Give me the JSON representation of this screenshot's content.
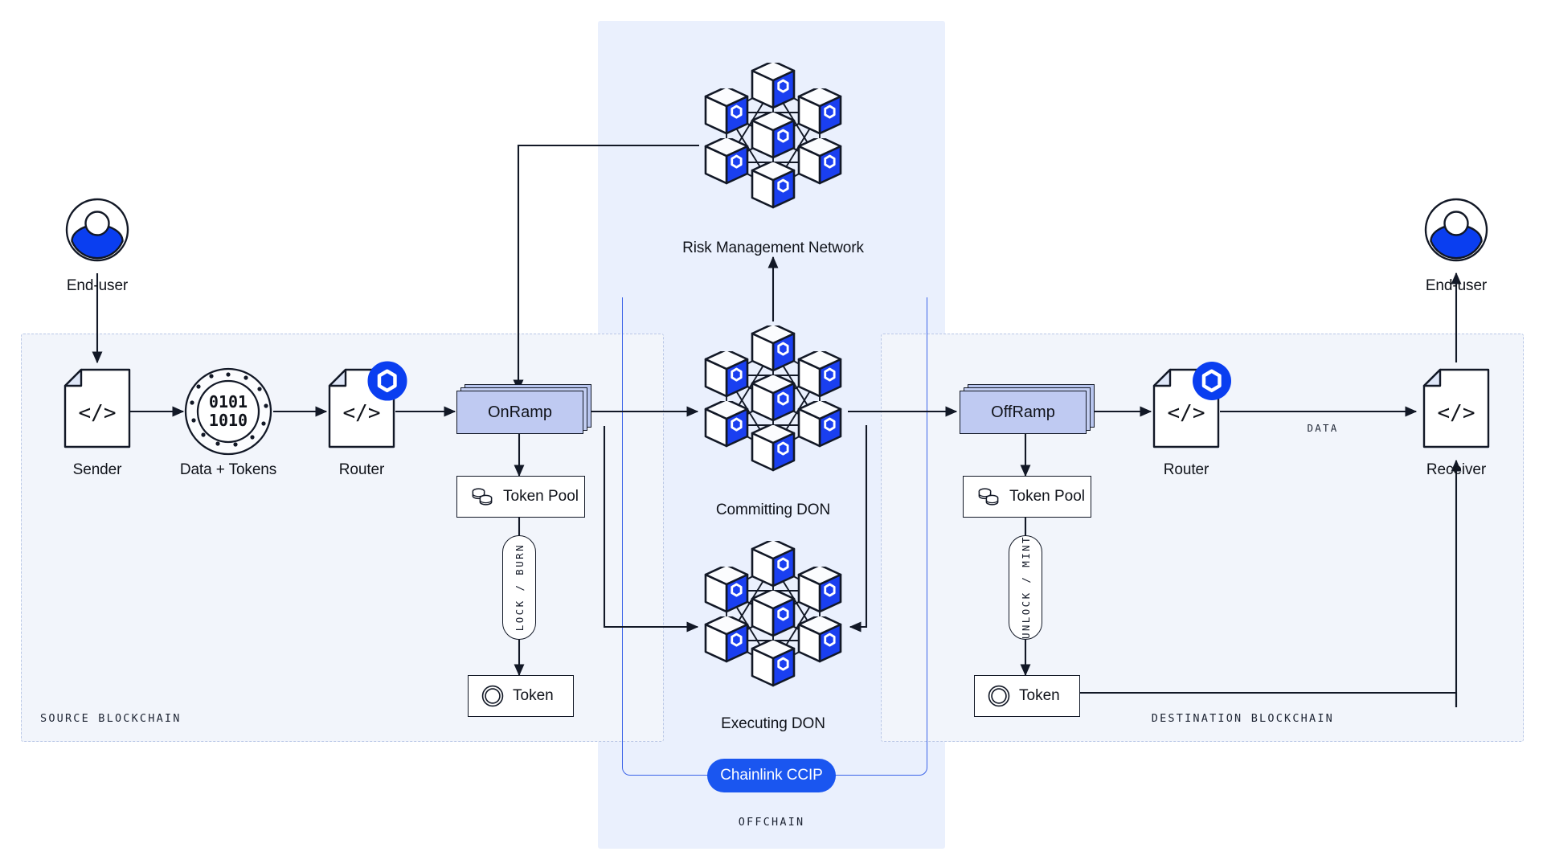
{
  "diagram": {
    "title": "Chainlink CCIP Cross-Chain Architecture",
    "colors": {
      "chainlink_blue": "#1a56f0",
      "ramp_fill": "#bfcaf2",
      "panel_chain_fill": "#f2f5fb",
      "panel_offchain_fill": "#eaf0fd",
      "panel_chain_border": "#b9c7e6",
      "ccip_border": "#3b63e8",
      "stroke": "#121826"
    }
  },
  "panels": {
    "source": {
      "label": "SOURCE BLOCKCHAIN"
    },
    "destination": {
      "label": "DESTINATION BLOCKCHAIN"
    },
    "offchain": {
      "label": "OFFCHAIN"
    }
  },
  "badge": {
    "label": "Chainlink CCIP"
  },
  "source_chain": {
    "end_user": {
      "label": "End-user",
      "icon": "user-avatar-icon"
    },
    "sender": {
      "label": "Sender",
      "icon": "code-file-icon",
      "glyph": "</>"
    },
    "data_tokens": {
      "label": "Data + Tokens",
      "icon": "binary-disc-icon",
      "line1": "0101",
      "line2": "1010"
    },
    "router": {
      "label": "Router",
      "icon": "code-file-icon",
      "glyph": "</>",
      "badge_icon": "chainlink-hex-icon"
    },
    "onramp": {
      "label": "OnRamp"
    },
    "token_pool": {
      "label": "Token Pool",
      "icon": "coin-stack-icon"
    },
    "token": {
      "label": "Token",
      "icon": "token-ring-icon"
    },
    "pool_action": {
      "label": "LOCK / BURN"
    }
  },
  "destination_chain": {
    "end_user": {
      "label": "End-user",
      "icon": "user-avatar-icon"
    },
    "receiver": {
      "label": "Receiver",
      "icon": "code-file-icon",
      "glyph": "</>"
    },
    "router": {
      "label": "Router",
      "icon": "code-file-icon",
      "glyph": "</>",
      "badge_icon": "chainlink-hex-icon"
    },
    "offramp": {
      "label": "OffRamp"
    },
    "token_pool": {
      "label": "Token Pool",
      "icon": "coin-stack-icon"
    },
    "token": {
      "label": "Token",
      "icon": "token-ring-icon"
    },
    "pool_action": {
      "label": "UNLOCK / MINT"
    },
    "data_edge": {
      "label": "DATA"
    }
  },
  "offchain_networks": {
    "risk_management": {
      "label": "Risk Management Network",
      "icon": "don-node-cluster-icon",
      "nodes": 7
    },
    "committing_don": {
      "label": "Committing DON",
      "icon": "don-node-cluster-icon",
      "nodes": 7
    },
    "executing_don": {
      "label": "Executing DON",
      "icon": "don-node-cluster-icon",
      "nodes": 7
    }
  }
}
